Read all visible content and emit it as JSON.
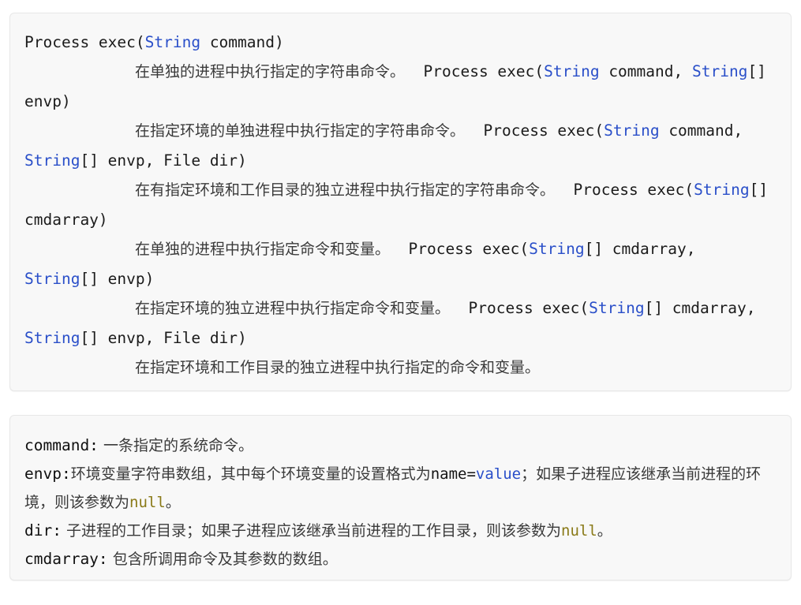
{
  "document": {
    "title": "Process exec method overloads reference",
    "language": "zh-CN"
  },
  "colors": {
    "panel_background": "#f8f8f8",
    "panel_border": "#e7e7e7",
    "page_background": "#ffffff",
    "type_keyword": "#2a4fc9",
    "body_text": "#1b1b1b",
    "description_text": "#3a3a3a",
    "null_literal": "#8a7a18"
  },
  "signatures_panel": {
    "entries": [
      {
        "return_type": "Process ",
        "method": "exec(",
        "param_type_1": "String",
        "params_rest": " command)",
        "description": "在单独的进程中执行指定的字符串命令。"
      },
      {
        "return_type": "Process ",
        "method": "exec(",
        "param_type_1": "String",
        "params_mid_1": " command, ",
        "param_type_2": "String",
        "params_rest": "[] envp)",
        "description": "在指定环境的单独进程中执行指定的字符串命令。"
      },
      {
        "return_type": "Process ",
        "method": "exec(",
        "param_type_1": "String",
        "params_mid_1": " command, ",
        "param_type_2": "String",
        "params_rest": "[] envp, File dir)",
        "description": "在有指定环境和工作目录的独立进程中执行指定的字符串命令。"
      },
      {
        "return_type": "Process ",
        "method": "exec(",
        "param_type_1": "String",
        "params_rest": "[] cmdarray)",
        "description": "在单独的进程中执行指定命令和变量。"
      },
      {
        "return_type": "Process ",
        "method": "exec(",
        "param_type_1": "String",
        "params_mid_1": "[] cmdarray, ",
        "param_type_2": "String",
        "params_rest": "[] envp)",
        "description": "在指定环境的独立进程中执行指定命令和变量。"
      },
      {
        "return_type": "Process ",
        "method": "exec(",
        "param_type_1": "String",
        "params_mid_1": "[] cmdarray, ",
        "param_type_2": "String",
        "params_rest": "[] envp, File dir)",
        "description": "在指定环境和工作目录的独立进程中执行指定的命令和变量。"
      }
    ],
    "flow": {
      "seg_01": "Process exec(",
      "seg_02": "String",
      "seg_03": " command)",
      "seg_04": "在单独的进程中执行指定的字符串命令。",
      "seg_05": "Process exec(",
      "seg_06": "String",
      "seg_07": " command, ",
      "seg_08": "String",
      "seg_09": "[] envp)",
      "seg_10": "在指定环境的单独进程中执行指定的字符串命令。",
      "seg_11": "Process exec(",
      "seg_12": "String",
      "seg_13": " command, ",
      "seg_14": "String",
      "seg_15": "[] envp, File dir)",
      "seg_16": "在有指定环境和工作目录的独立进程中执行指定的字符串命令。",
      "seg_17": "Process exec(",
      "seg_18": "String",
      "seg_19": "[] cmdarray)",
      "seg_20": "在单独的进程中执行指定命令和变量。",
      "seg_21": "Process exec(",
      "seg_22": "String",
      "seg_23": "[] cmdarray, ",
      "seg_24": "String",
      "seg_25": "[] envp)",
      "seg_26": "在指定环境的独立进程中执行指定命令和变量。",
      "seg_27": "Process exec(",
      "seg_28": "String",
      "seg_29": "[] cmdarray, ",
      "seg_30": "String",
      "seg_31": "[] envp, File dir)",
      "seg_32": "在指定环境和工作目录的独立进程中执行指定的命令和变量。"
    }
  },
  "parameters_panel": {
    "rows": [
      {
        "name": "command:",
        "text_1": "一条指定的系统命令。"
      },
      {
        "name": "envp:",
        "text_1": "环境变量字符串数组，其中每个环境变量的设置格式为",
        "code_dark": "name=",
        "code_blue": "value",
        "text_2": "；如果子进程应该继承当前进程的环境，则该参数为",
        "code_null": "null",
        "text_3": "。"
      },
      {
        "name": "dir:",
        "text_1": "子进程的工作目录；如果子进程应该继承当前进程的工作目录，则该参数为",
        "code_null": "null",
        "text_2": "。"
      },
      {
        "name": "cmdarray:",
        "text_1": "包含所调用命令及其参数的数组。"
      }
    ]
  }
}
